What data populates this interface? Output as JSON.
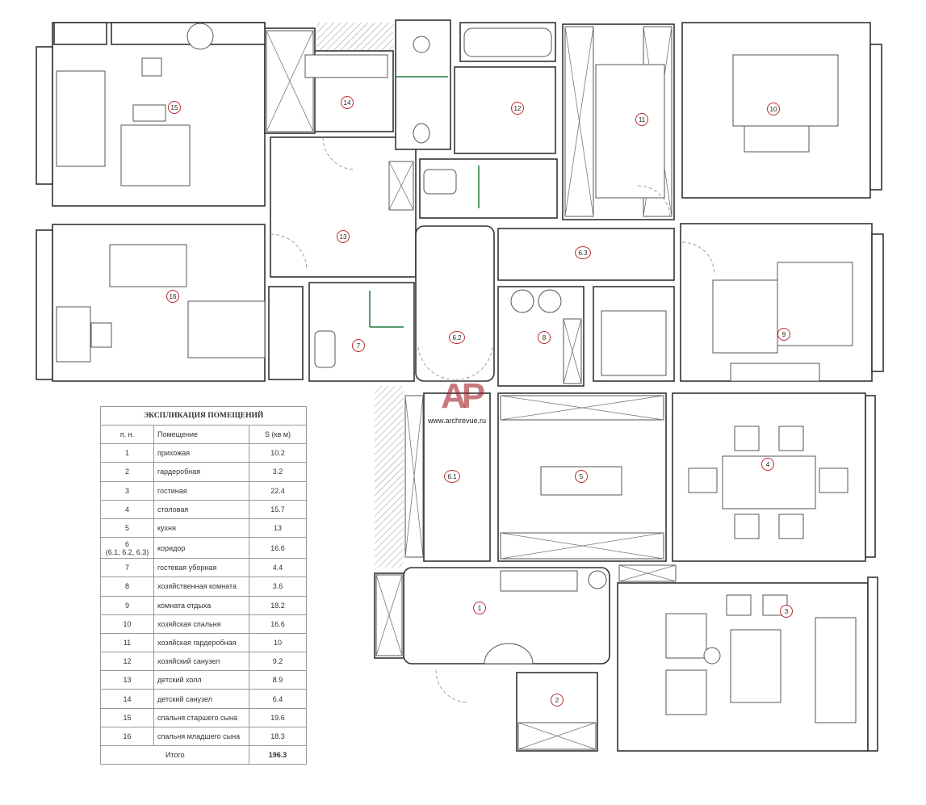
{
  "rooms": [
    {
      "id": "15"
    },
    {
      "id": "14"
    },
    {
      "id": "12"
    },
    {
      "id": "11"
    },
    {
      "id": "10"
    },
    {
      "id": "13"
    },
    {
      "id": "16"
    },
    {
      "id": "6.3"
    },
    {
      "id": "7"
    },
    {
      "id": "6.2"
    },
    {
      "id": "8"
    },
    {
      "id": "9"
    },
    {
      "id": "6.1"
    },
    {
      "id": "5"
    },
    {
      "id": "4"
    },
    {
      "id": "1"
    },
    {
      "id": "3"
    },
    {
      "id": "2"
    }
  ],
  "watermark": {
    "logo": "AP",
    "url": "www.archrevue.ru"
  },
  "legend": {
    "title": "ЭКСПЛИКАЦИЯ ПОМЕЩЕНИЙ",
    "headers": {
      "num": "п. н.",
      "room": "Помещение",
      "area": "S (кв м)"
    },
    "rows": [
      {
        "num": "1",
        "sub": "",
        "name": "прихожая",
        "area": "10.2"
      },
      {
        "num": "2",
        "sub": "",
        "name": "гардеробная",
        "area": "3.2"
      },
      {
        "num": "3",
        "sub": "",
        "name": "гостиная",
        "area": "22.4"
      },
      {
        "num": "4",
        "sub": "",
        "name": "столовая",
        "area": "15.7"
      },
      {
        "num": "5",
        "sub": "",
        "name": "кухня",
        "area": "13"
      },
      {
        "num": "6",
        "sub": "(6.1, 6.2, 6.3)",
        "name": "коридор",
        "area": "16.6"
      },
      {
        "num": "7",
        "sub": "",
        "name": "гостевая уборная",
        "area": "4.4"
      },
      {
        "num": "8",
        "sub": "",
        "name": "хозяйственная комната",
        "area": "3.6"
      },
      {
        "num": "9",
        "sub": "",
        "name": "комната отдыха",
        "area": "18.2"
      },
      {
        "num": "10",
        "sub": "",
        "name": "хозяйская спальня",
        "area": "16.6"
      },
      {
        "num": "11",
        "sub": "",
        "name": "хозяйская гардеробная",
        "area": "10"
      },
      {
        "num": "12",
        "sub": "",
        "name": "хозяйский санузел",
        "area": "9.2"
      },
      {
        "num": "13",
        "sub": "",
        "name": "детский холл",
        "area": "8.9"
      },
      {
        "num": "14",
        "sub": "",
        "name": "детский санузел",
        "area": "6.4"
      },
      {
        "num": "15",
        "sub": "",
        "name": "спальня старшего сына",
        "area": "19.6"
      },
      {
        "num": "16",
        "sub": "",
        "name": "спальня младшего сына",
        "area": "18.3"
      }
    ],
    "total_label": "Итого",
    "total_area": "196.3"
  }
}
